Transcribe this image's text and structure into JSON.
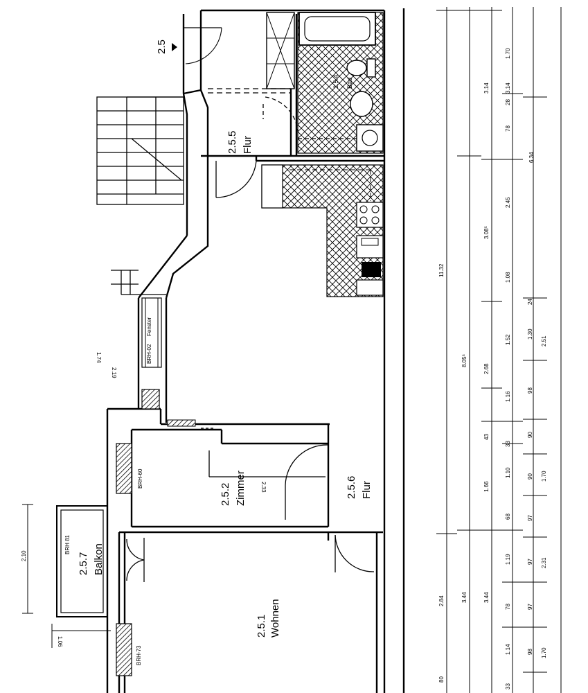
{
  "rooms": {
    "r_2_5_top": "2.5",
    "r_2_5_5_num": "2.5.5",
    "r_2_5_5_name": "Flur",
    "r_2_5_4_num": "2.5.4",
    "r_2_5_4_name": "Bad",
    "r_2_5_2_num": "2.5.2",
    "r_2_5_2_name": "Zimmer",
    "r_2_5_6_num": "2.5.6",
    "r_2_5_6_name": "Flur",
    "r_2_5_1_num": "2.5.1",
    "r_2_5_1_name": "Wohnen",
    "r_2_5_7_num": "2.5.7",
    "r_2_5_7_name": "Balkon"
  },
  "window_labels": {
    "brh_60": "BRH-60",
    "brh_73": "BRH-73",
    "brh_81": "BRH 81",
    "brh_02": "BRH-02",
    "fenster": "Fenster"
  },
  "small_dims": {
    "d_2_33": "2.33",
    "d_2_10": "2.10",
    "d_1_06": "1.06",
    "d_1_74": "1.74",
    "d_2_19": "2.19"
  },
  "dim_chain_1": {
    "v_80": "80",
    "v_2_84": "2.84",
    "v_8_05": "8.05⁵",
    "v_11_32": "11.32"
  },
  "dim_chain_2": {
    "v_3_44": "3.44",
    "v_2_68": "2.68",
    "v_3_08": "3.08⁵"
  },
  "dim_chain_3": {
    "v_33": "33",
    "v_3_44": "3.44",
    "v_1_66": "1.66",
    "v_43": "43",
    "v_1_14": "1.14",
    "v_78a": "78",
    "v_1_19": "1.19",
    "v_68": "68",
    "v_1_10": "1.10",
    "v_33b": "33",
    "v_1_16": "1.16",
    "v_1_52": "1.52",
    "v_1_08": "1.08",
    "v_2_45": "2.45",
    "v_78b": "78",
    "v_28": "28",
    "v_3_14a": "3.14",
    "v_3_14b": "3.14",
    "v_1_70a": "1.70"
  },
  "dim_chain_4": {
    "v_98a": "98",
    "v_97a": "97",
    "v_97b": "97",
    "v_97c": "97",
    "v_90a": "90",
    "v_90b": "90",
    "v_98b": "98",
    "v_1_30": "1.30",
    "v_24": "24"
  },
  "dim_chain_5": {
    "v_1_70a": "1.70",
    "v_2_31": "2.31",
    "v_1_70b": "1.70",
    "v_2_51": "2.51",
    "v_6_34": "6.34"
  }
}
